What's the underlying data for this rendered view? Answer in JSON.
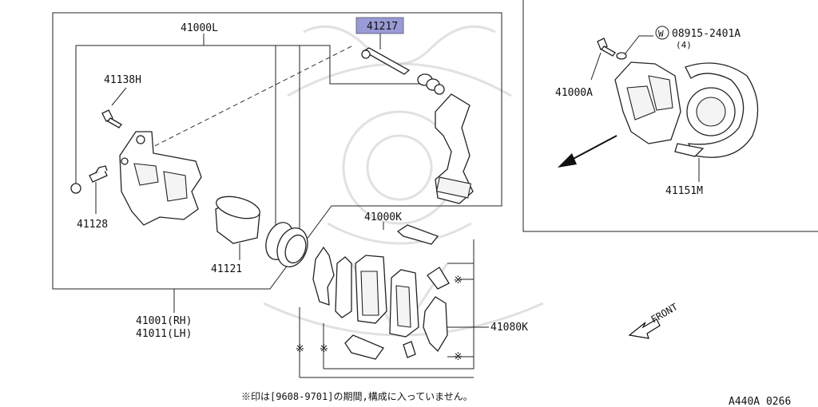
{
  "diagram": {
    "highlight_color": "#9a9ad6",
    "labels": {
      "caliper_assembly_left": "41000L",
      "pin_boot": "41217",
      "bolt_41138h": "41138H",
      "bleeder_41128": "41128",
      "piston_41121": "41121",
      "caliper_rh": "41001(RH)",
      "caliper_lh": "41011(LH)",
      "pad_kit": "41000K",
      "shim_kit": "41080K",
      "caliper_assembly_a": "41000A",
      "washer_part": "08915-2401A",
      "washer_qty": "(4)",
      "washer_mark": "W",
      "dust_shield": "41151M",
      "front": "FRONT",
      "ref_mark": "※"
    },
    "footnote": "※印は[9608-9701]の期間,構成に入っていません。",
    "figure_code": "A440A 0266"
  }
}
